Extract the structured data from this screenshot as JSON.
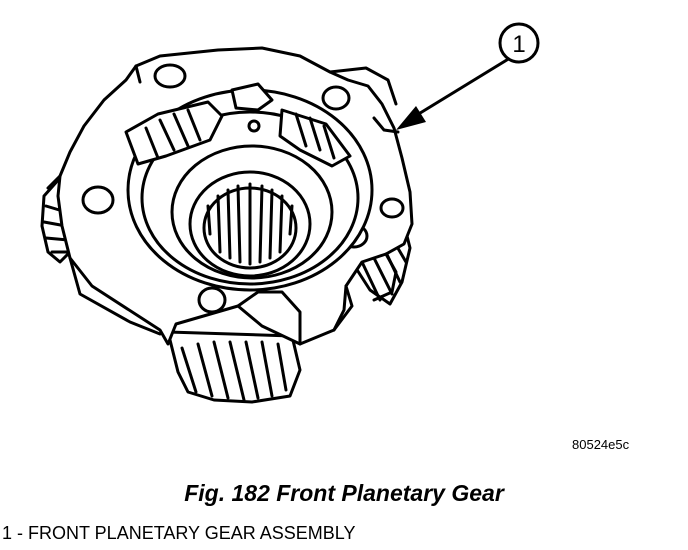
{
  "figure": {
    "caption": "Fig. 182 Front Planetary Gear",
    "reference_code": "80524e5c",
    "callout_number": "1",
    "legend_text": "1 - FRONT PLANETARY GEAR ASSEMBLY"
  }
}
